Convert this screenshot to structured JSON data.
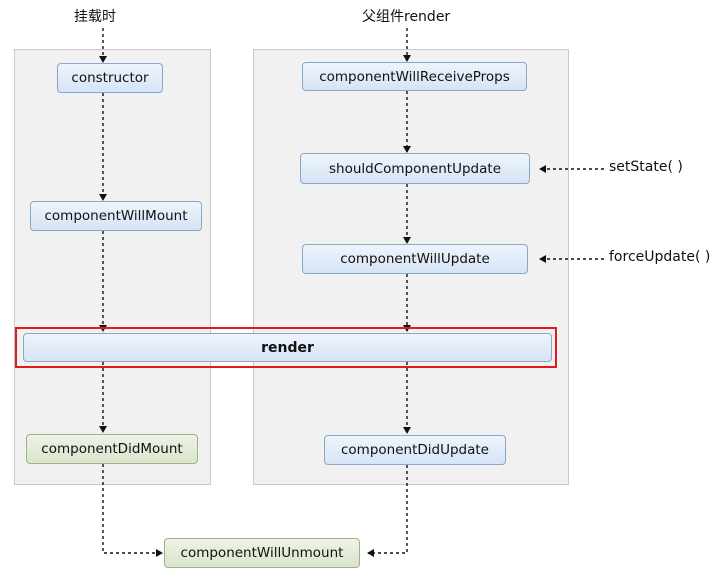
{
  "mount_title": "挂载时",
  "update_title": "父组件render",
  "nodes": {
    "constructor": "constructor",
    "will_mount": "componentWillMount",
    "render": "render",
    "did_mount": "componentDidMount",
    "will_receive_props": "componentWillReceiveProps",
    "should_update": "shouldComponentUpdate",
    "will_update": "componentWillUpdate",
    "did_update": "componentDidUpdate",
    "will_unmount": "componentWillUnmount"
  },
  "triggers": {
    "set_state": "setState( )",
    "force_update": "forceUpdate( )"
  },
  "colors": {
    "method_fill": "#d6e4f6",
    "terminal_fill": "#d9e4cc",
    "highlight": "#e11b1b",
    "panel": "#f1f1f1"
  }
}
